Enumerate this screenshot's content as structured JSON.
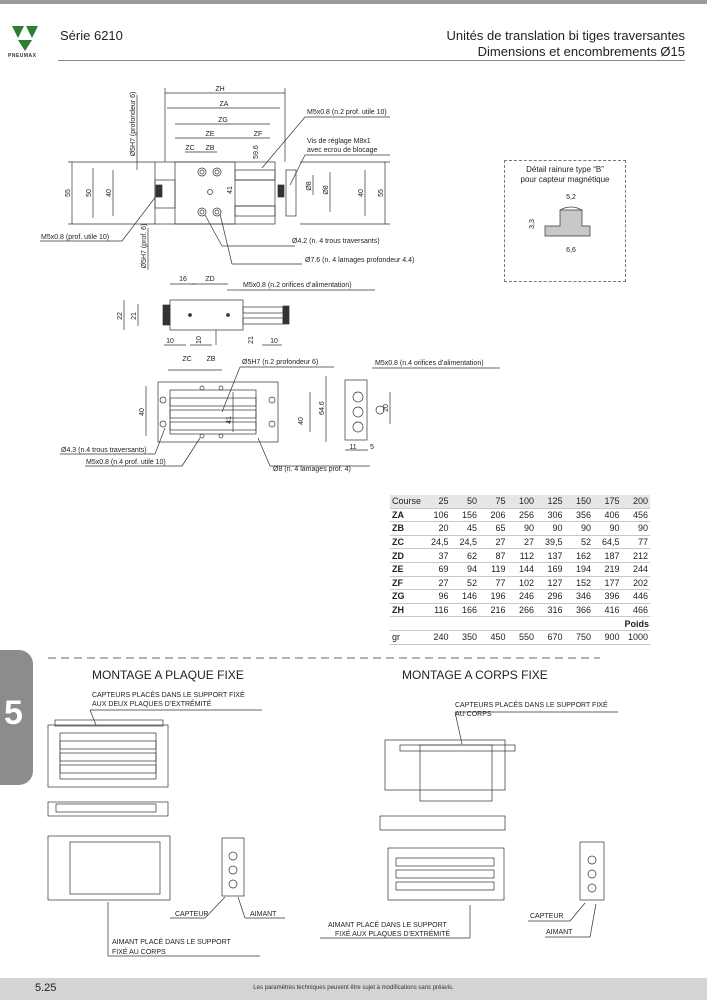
{
  "header": {
    "logo_text": "PNEUMAX",
    "serie": "Série 6210",
    "title_line1": "Unités de translation bi tiges traversantes",
    "title_line2": "Dimensions et encombrements Ø15"
  },
  "drawing1": {
    "zh": "ZH",
    "za": "ZA",
    "zg": "ZG",
    "ze": "ZE",
    "zf": "ZF",
    "zc": "ZC",
    "zb": "ZB",
    "d55l": "55",
    "d50": "50",
    "d40l": "40",
    "d41": "41",
    "d596": "59.6",
    "d8a": "Ø8",
    "d8b": "Ø8",
    "d40r": "40",
    "d55r": "55",
    "phi5h7_top": "Ø5H7 (profondeur 6)",
    "phi5h7_bot": "Ø5H7 (prof. 6)",
    "m5_top": "M5x0.8 (n.2 prof. utile 10)",
    "vis_1": "Vis de réglage M8x1",
    "vis_2": "avec ecrou de blocage",
    "m5_left": "M5x0.8 (prof. utile 10)",
    "phi42": "Ø4.2 (n. 4 trous traversants)",
    "phi76": "Ø7.6 (n. 4 lamages profondeur 4.4)"
  },
  "detail": {
    "title1": "Détail rainure type “B”",
    "title2": "pour capteur magnétique",
    "d52": "5,2",
    "d33": "3,3",
    "d66": "6,6"
  },
  "drawing2": {
    "d16": "16",
    "zd": "ZD",
    "m5": "M5x0.8 (n.2 orifices d’alimentation)",
    "d22": "22",
    "d21a": "21",
    "d10a": "10",
    "d10b": "10",
    "d21b": "21",
    "d10c": "10"
  },
  "drawing3": {
    "zc": "ZC",
    "zb": "ZB",
    "phi5h7": "Ø5H7 (n.2 profondeur 6)",
    "d40l": "40",
    "d41": "41",
    "d40r": "40",
    "phi43": "Ø4.3 (n.4 trous traversants)",
    "m5b": "M5x0.8 (n.4 prof. utile 10)",
    "phi8": "Ø8 (n. 4 lamages prof. 4)"
  },
  "drawing4": {
    "m5": "M5x0.8 (n.4 orifices d’alimentation)",
    "d646": "64.6",
    "d20": "20",
    "d11": "11",
    "d5": "5"
  },
  "table": {
    "header_label": "Course",
    "courses": [
      "25",
      "50",
      "75",
      "100",
      "125",
      "150",
      "175",
      "200"
    ],
    "rows": [
      {
        "k": "ZA",
        "v": [
          "106",
          "156",
          "206",
          "256",
          "306",
          "356",
          "406",
          "456"
        ]
      },
      {
        "k": "ZB",
        "v": [
          "20",
          "45",
          "65",
          "90",
          "90",
          "90",
          "90",
          "90"
        ]
      },
      {
        "k": "ZC",
        "v": [
          "24,5",
          "24,5",
          "27",
          "27",
          "39,5",
          "52",
          "64,5",
          "77"
        ]
      },
      {
        "k": "ZD",
        "v": [
          "37",
          "62",
          "87",
          "112",
          "137",
          "162",
          "187",
          "212"
        ]
      },
      {
        "k": "ZE",
        "v": [
          "69",
          "94",
          "119",
          "144",
          "169",
          "194",
          "219",
          "244"
        ]
      },
      {
        "k": "ZF",
        "v": [
          "27",
          "52",
          "77",
          "102",
          "127",
          "152",
          "177",
          "202"
        ]
      },
      {
        "k": "ZG",
        "v": [
          "96",
          "146",
          "196",
          "246",
          "296",
          "346",
          "396",
          "446"
        ]
      },
      {
        "k": "ZH",
        "v": [
          "116",
          "166",
          "216",
          "266",
          "316",
          "366",
          "416",
          "466"
        ]
      }
    ],
    "poids_label": "Poids",
    "weight_label": "gr",
    "weights": [
      "240",
      "350",
      "450",
      "550",
      "670",
      "750",
      "900",
      "1000"
    ]
  },
  "montage": {
    "left_title": "MONTAGE A PLAQUE FIXE",
    "right_title": "MONTAGE A CORPS FIXE",
    "left_note1": "CAPTEURS PLACÉS DANS LE SUPPORT FIXÉ",
    "left_note2": "AUX DEUX PLAQUES D’EXTRÉMITÉ",
    "right_note1": "CAPTEURS PLACÉS DANS LE SUPPORT FIXÉ",
    "right_note2": "AU CORPS",
    "capteur_l": "CAPTEUR",
    "aimant_l": "AIMANT",
    "aimant_note1": "AIMANT PLACÉ DANS LE SUPPORT",
    "aimant_note2": "FIXÉ AU CORPS",
    "aimant_r_note1": "AIMANT PLACÉ DANS LE SUPPORT",
    "aimant_r_note2": "FIXÉ AUX PLAQUES D’EXTRÉMITÉ",
    "capteur_r": "CAPTEUR",
    "aimant_r": "AIMANT"
  },
  "side_tab": "5",
  "footer": {
    "page": "5.25",
    "note": "Les paramètres techniques peuvent être sujet à modifications sans préavis."
  }
}
